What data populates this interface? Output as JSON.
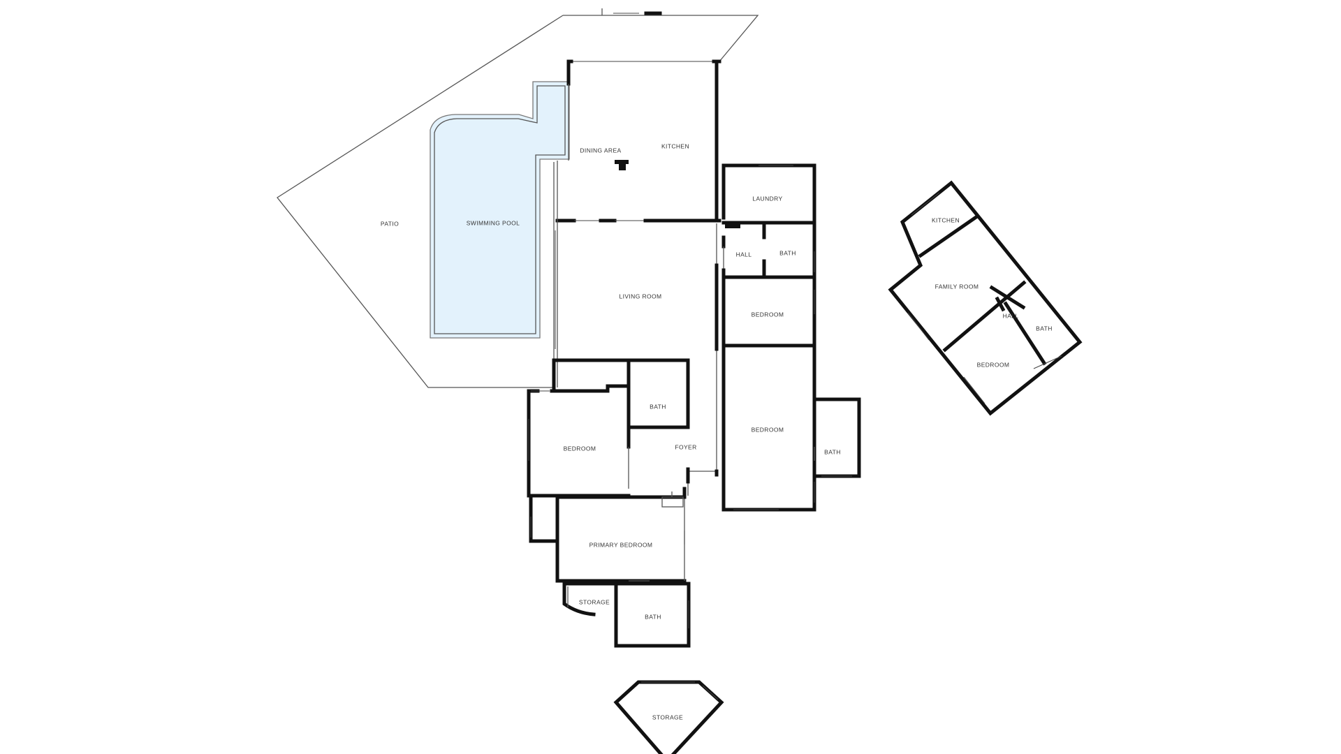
{
  "rooms": {
    "patio": "PATIO",
    "swimming_pool": "SWIMMING POOL",
    "dining_area": "DINING AREA",
    "kitchen": "KITCHEN",
    "laundry": "LAUNDRY",
    "hall_main": "HALL",
    "bath_main": "BATH",
    "living_room": "LIVING ROOM",
    "bedroom_east": "BEDROOM",
    "bedroom_large": "BEDROOM",
    "bath_east": "BATH",
    "bath_center": "BATH",
    "bedroom_west": "BEDROOM",
    "foyer": "FOYER",
    "primary_bedroom": "PRIMARY BEDROOM",
    "storage_small": "STORAGE",
    "bath_primary": "BATH",
    "storage_outbuilding": "STORAGE",
    "guest_kitchen": "KITCHEN",
    "guest_family_room": "FAMILY ROOM",
    "guest_hall": "HALL",
    "guest_bath": "BATH",
    "guest_bedroom": "BEDROOM"
  },
  "colors": {
    "wall": "#111111",
    "pool_fill": "#e3f2fc",
    "background": "#ffffff"
  }
}
